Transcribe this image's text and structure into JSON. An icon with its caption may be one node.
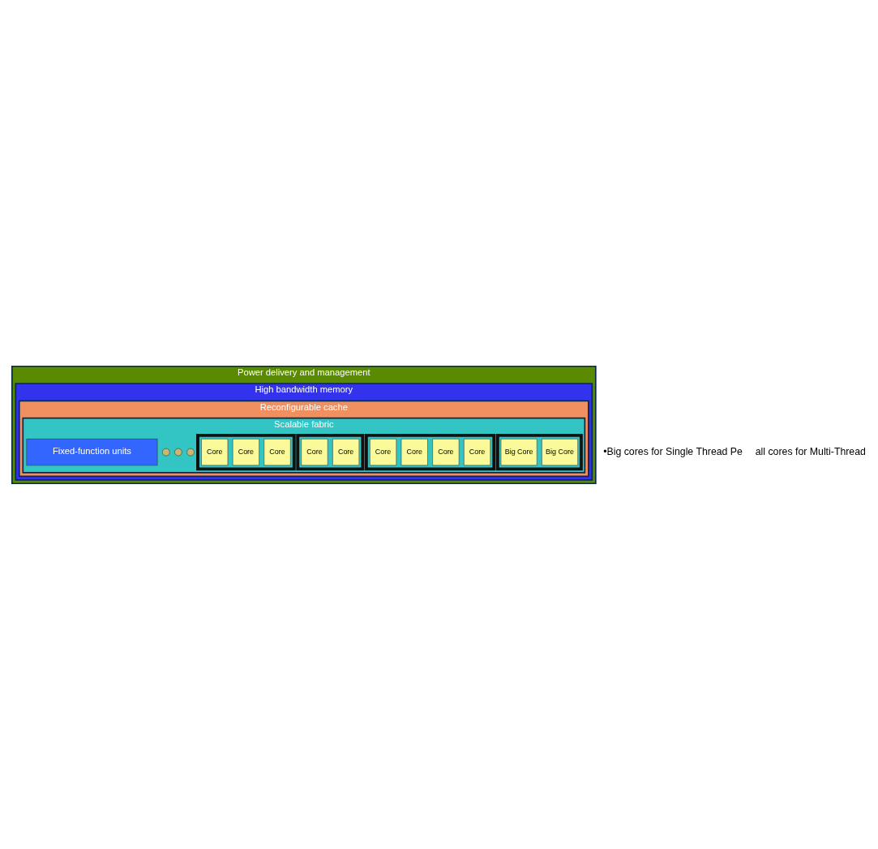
{
  "diagram": {
    "nodes": [
      {
        "text": [
          "Power delivery and management"
        ]
      },
      {
        "text": [
          "High bandwidth memory"
        ],
        "in": 0
      },
      {
        "text": [
          "Reconfigurable cache"
        ],
        "in": 1
      },
      {
        "text": [
          "Scalable fabric"
        ],
        "in": 2
      },
      {
        "text": [],
        "shape": "box",
        "in": 3
      },
      {
        "text": [
          "Big Core"
        ],
        "in": 4
      },
      {
        "text": [
          "Big Core"
        ],
        "in": 4
      },
      {
        "text": [],
        "shape": "box",
        "in": 3
      },
      {
        "text": [
          "Core"
        ],
        "in": 7
      },
      {
        "text": [
          "Core"
        ],
        "in": 7
      },
      {
        "text": [
          "Core"
        ],
        "in": 7
      },
      {
        "text": [
          "Core"
        ],
        "in": 7
      },
      {
        "text": [],
        "shape": "box",
        "in": 3
      },
      {
        "text": [
          "Core"
        ],
        "in": 12
      },
      {
        "text": [
          "Core"
        ],
        "in": 12
      },
      {
        "text": [],
        "shape": "box",
        "in": 3
      },
      {
        "text": [
          "Core"
        ],
        "in": 15
      },
      {
        "text": [
          "Core"
        ],
        "in": 15
      },
      {
        "text": [
          "Core"
        ],
        "in": 15
      },
      {
        "text": [],
        "shape": "circle",
        "in": 3
      },
      {
        "text": [],
        "shape": "circle",
        "in": 3
      },
      {
        "text": [],
        "shape": "circle",
        "in": 3
      },
      {
        "text": [
          "Fixed-function units"
        ],
        "in": 3
      }
    ],
    "edges": [],
    "labels": [
      "•Big cores for Single Thread Pe",
      "all cores for Multi-Thread"
    ]
  }
}
